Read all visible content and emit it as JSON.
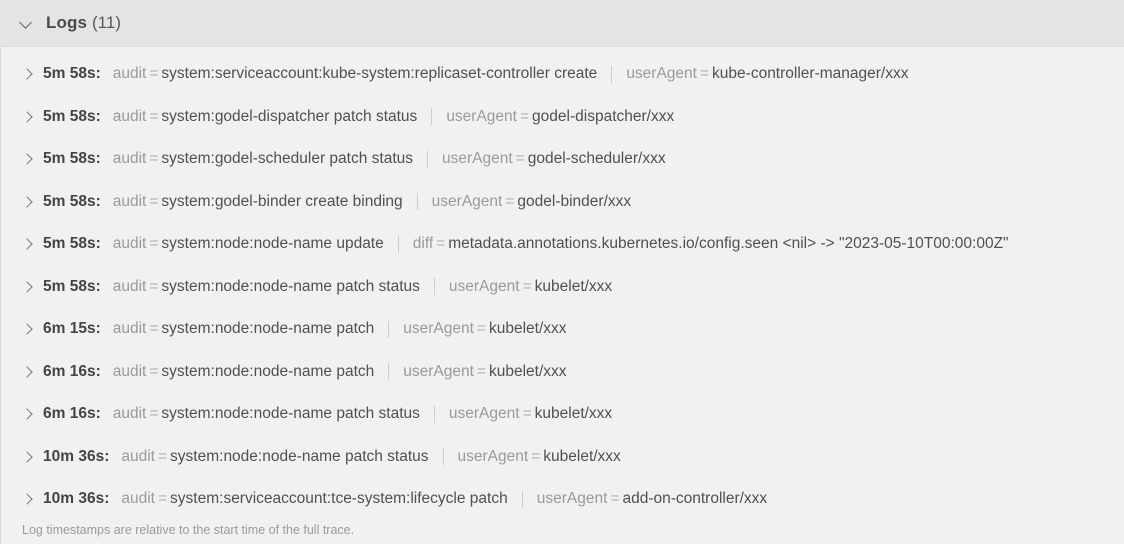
{
  "panel": {
    "title": "Logs",
    "count": "(11)",
    "collapse_icon": "chevron-down-icon",
    "footer_note": "Log timestamps are relative to the start time of the full trace."
  },
  "colors": {
    "header_bg": "#e4e4e4",
    "body_bg": "#f1f1f1",
    "key_text": "#9a9a9a",
    "value_text": "#505050",
    "time_text": "#444444",
    "divider": "#cdcdcd",
    "footer_text": "#9b9b9b"
  },
  "logs": [
    {
      "time": "5m 58s:",
      "fields": [
        {
          "key": "audit",
          "value": "system:serviceaccount:kube-system:replicaset-controller create"
        },
        {
          "key": "userAgent",
          "value": "kube-controller-manager/xxx"
        }
      ]
    },
    {
      "time": "5m 58s:",
      "fields": [
        {
          "key": "audit",
          "value": "system:godel-dispatcher patch status"
        },
        {
          "key": "userAgent",
          "value": "godel-dispatcher/xxx"
        }
      ]
    },
    {
      "time": "5m 58s:",
      "fields": [
        {
          "key": "audit",
          "value": "system:godel-scheduler patch status"
        },
        {
          "key": "userAgent",
          "value": "godel-scheduler/xxx"
        }
      ]
    },
    {
      "time": "5m 58s:",
      "fields": [
        {
          "key": "audit",
          "value": "system:godel-binder create binding"
        },
        {
          "key": "userAgent",
          "value": "godel-binder/xxx"
        }
      ]
    },
    {
      "time": "5m 58s:",
      "fields": [
        {
          "key": "audit",
          "value": "system:node:node-name update"
        },
        {
          "key": "diff",
          "value": "metadata.annotations.kubernetes.io/config.seen <nil> -> \"2023-05-10T00:00:00Z\""
        }
      ]
    },
    {
      "time": "5m 58s:",
      "fields": [
        {
          "key": "audit",
          "value": "system:node:node-name patch status"
        },
        {
          "key": "userAgent",
          "value": "kubelet/xxx"
        }
      ]
    },
    {
      "time": "6m 15s:",
      "fields": [
        {
          "key": "audit",
          "value": "system:node:node-name patch"
        },
        {
          "key": "userAgent",
          "value": "kubelet/xxx"
        }
      ]
    },
    {
      "time": "6m 16s:",
      "fields": [
        {
          "key": "audit",
          "value": "system:node:node-name patch"
        },
        {
          "key": "userAgent",
          "value": "kubelet/xxx"
        }
      ]
    },
    {
      "time": "6m 16s:",
      "fields": [
        {
          "key": "audit",
          "value": "system:node:node-name patch status"
        },
        {
          "key": "userAgent",
          "value": "kubelet/xxx"
        }
      ]
    },
    {
      "time": "10m 36s:",
      "fields": [
        {
          "key": "audit",
          "value": "system:node:node-name patch status"
        },
        {
          "key": "userAgent",
          "value": "kubelet/xxx"
        }
      ]
    },
    {
      "time": "10m 36s:",
      "fields": [
        {
          "key": "audit",
          "value": "system:serviceaccount:tce-system:lifecycle patch"
        },
        {
          "key": "userAgent",
          "value": "add-on-controller/xxx"
        }
      ]
    }
  ]
}
